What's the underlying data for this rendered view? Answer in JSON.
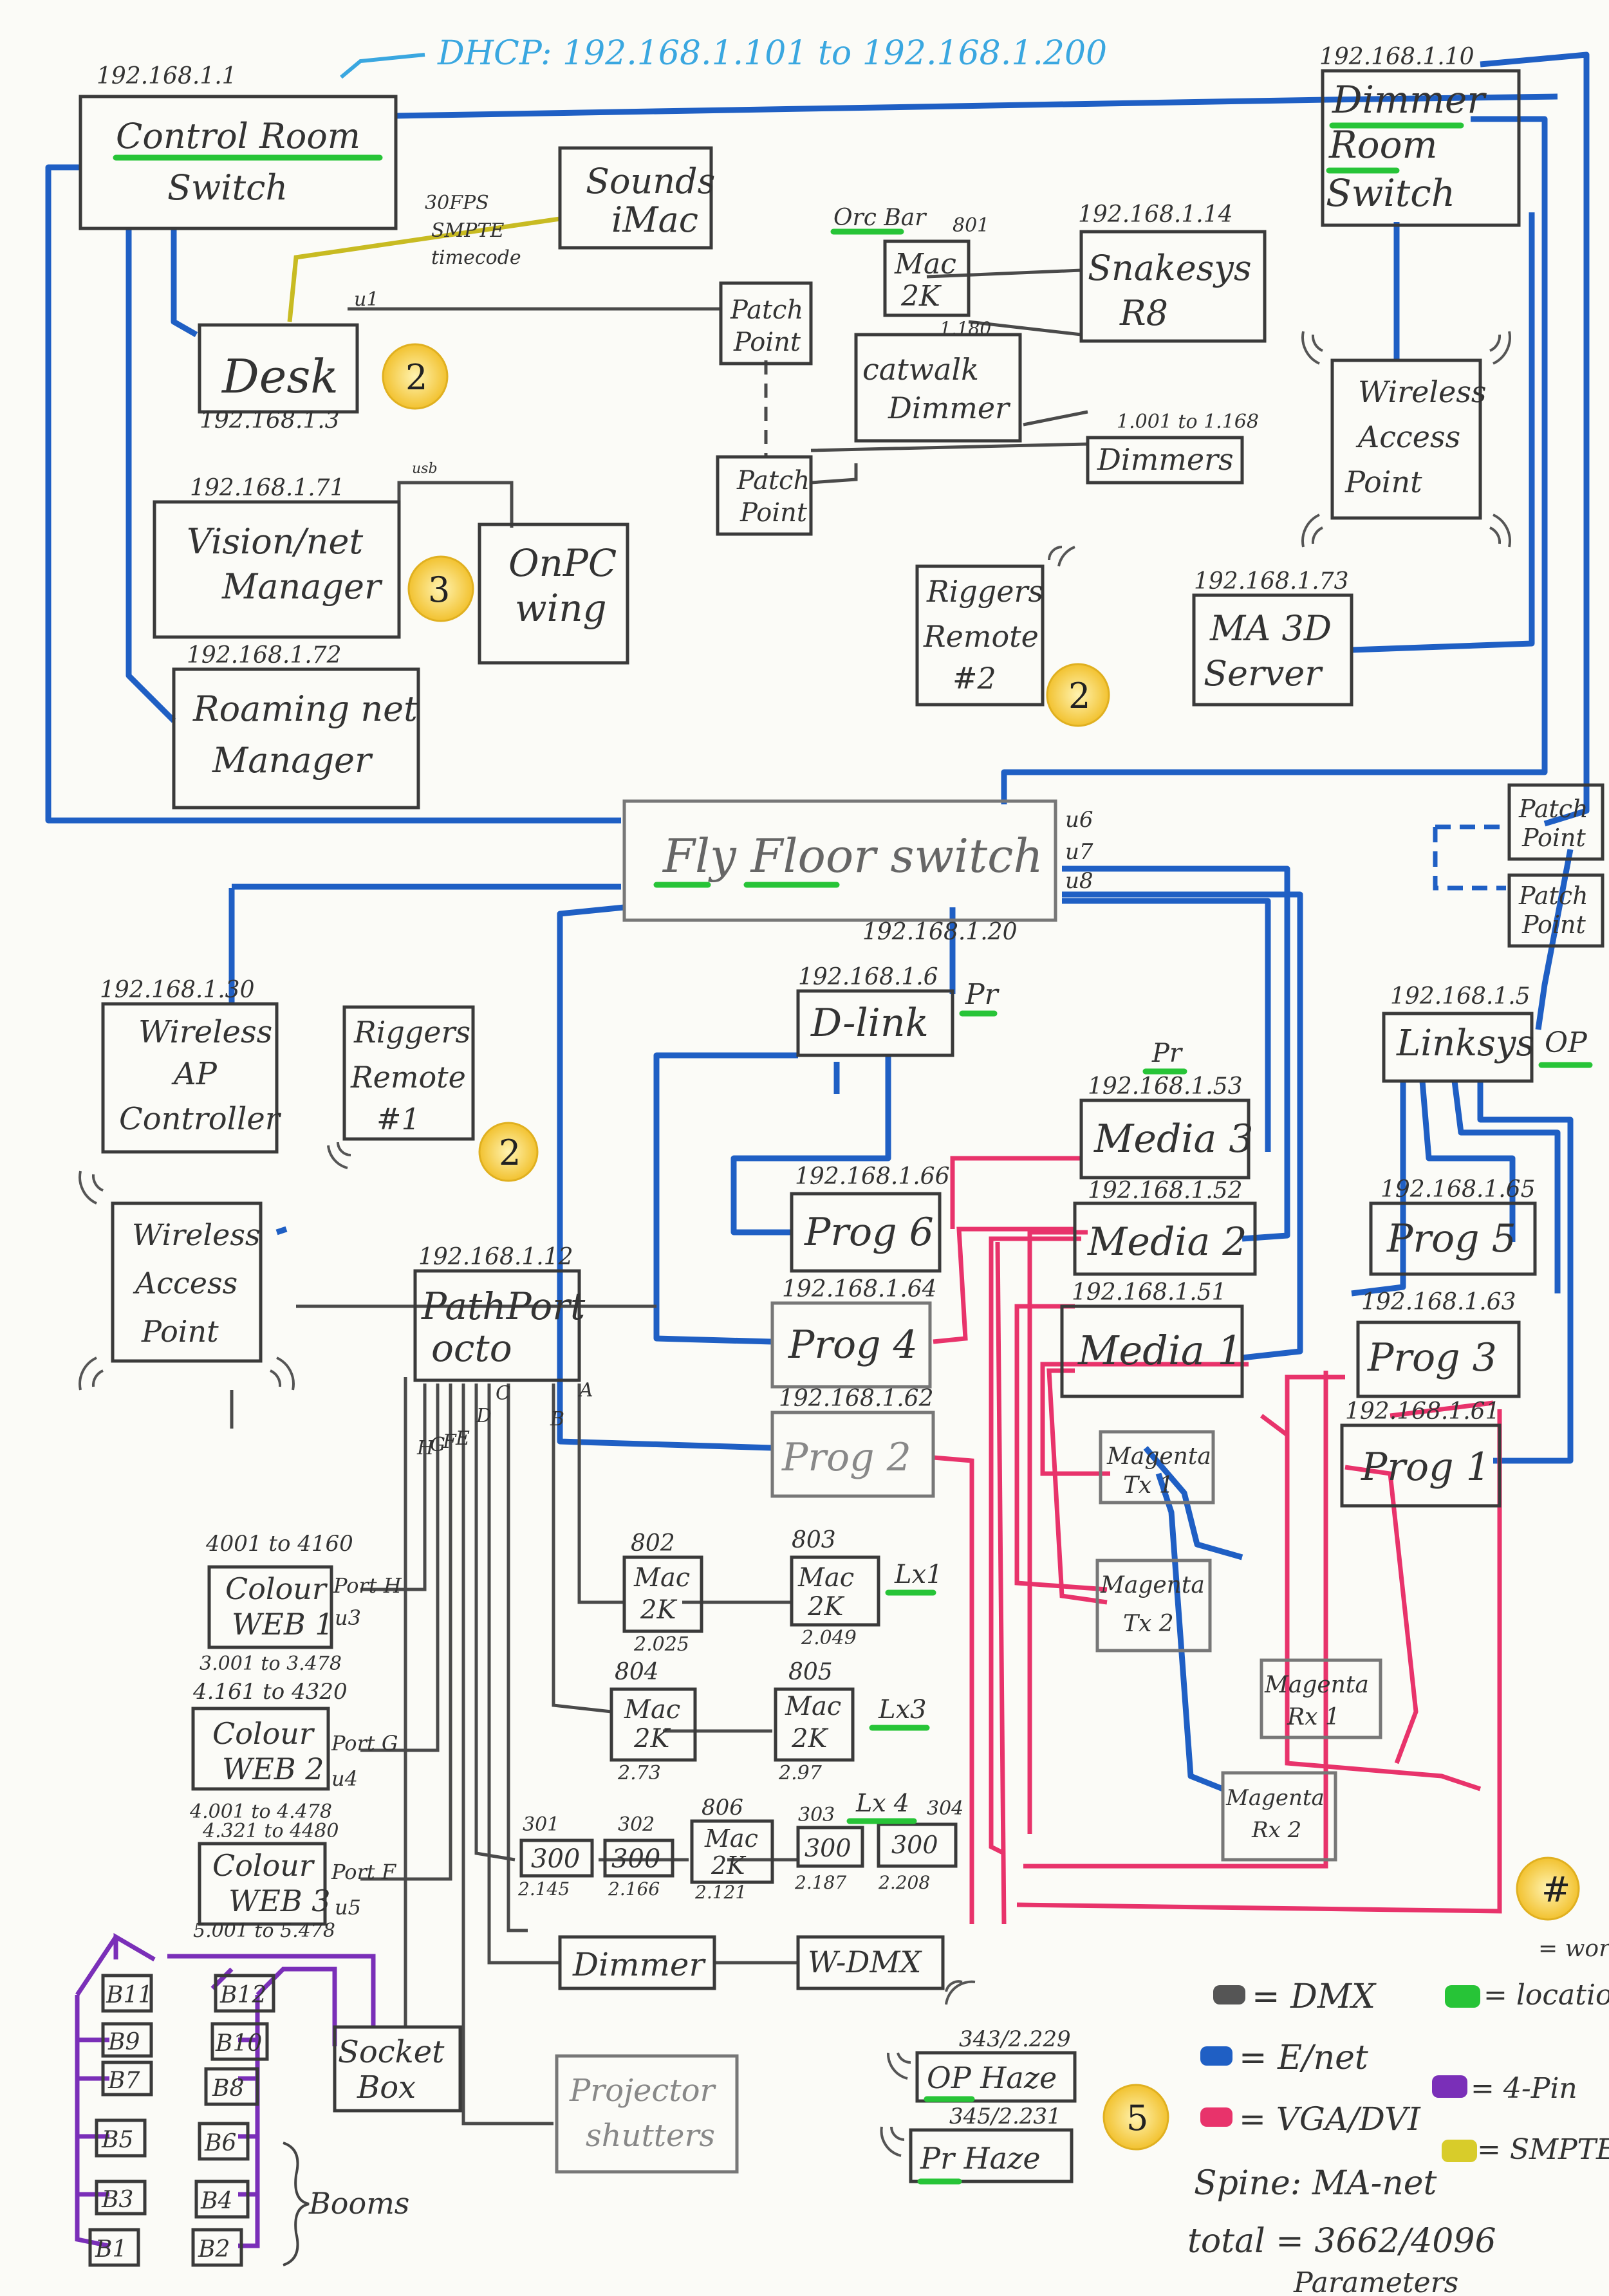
{
  "header": {
    "dhcp": "DHCP: 192.168.1.101 to 192.168.1.200"
  },
  "nodes": {
    "control_room_switch": {
      "label1": "Control Room",
      "label2": "Switch",
      "ip": "192.168.1.1"
    },
    "sounds_imac": {
      "label1": "Sounds",
      "label2": "iMac"
    },
    "smpte_note": {
      "line1": "30FPS",
      "line2": "SMPTE",
      "line3": "timecode"
    },
    "desk": {
      "label": "Desk",
      "ip": "192.168.1.3",
      "port": "u1"
    },
    "patch_point_top1": {
      "label1": "Patch",
      "label2": "Point"
    },
    "patch_point_top2": {
      "label1": "Patch",
      "label2": "Point"
    },
    "mac2k_orc": {
      "label1": "Mac",
      "label2": "2K",
      "tag": "Orc Bar",
      "num": "801",
      "num2": "1.180"
    },
    "snakesys_r8": {
      "label1": "Snakesys",
      "label2": "R8",
      "ip": "192.168.1.14"
    },
    "catwalk_dimmer": {
      "label1": "catwalk",
      "label2": "Dimmer"
    },
    "dimmers": {
      "label": "Dimmers",
      "range": "1.001 to 1.168"
    },
    "dimmer_room_switch": {
      "label1": "Dimmer",
      "label2": "Room",
      "label3": "Switch",
      "ip": "192.168.1.10"
    },
    "wap_top": {
      "label1": "Wireless",
      "label2": "Access",
      "label3": "Point"
    },
    "visionnet_manager": {
      "label1": "Vision/net",
      "label2": "Manager",
      "ip": "192.168.1.71",
      "usb": "usb"
    },
    "onpc_wing": {
      "label1": "OnPC",
      "label2": "wing"
    },
    "roaming_manager": {
      "label1": "Roaming net",
      "label2": "Manager",
      "ip": "192.168.1.72"
    },
    "riggers_remote_2": {
      "label1": "Riggers",
      "label2": "Remote",
      "label3": "#2"
    },
    "ma3d_server": {
      "label1": "MA 3D",
      "label2": "Server",
      "ip": "192.168.1.73"
    },
    "fly_floor_switch": {
      "label": "Fly Floor switch",
      "ip": "192.168.1.20",
      "u6": "u6",
      "u7": "u7",
      "u8": "u8"
    },
    "patch_point_right1": {
      "label1": "Patch",
      "label2": "Point"
    },
    "patch_point_right2": {
      "label1": "Patch",
      "label2": "Point"
    },
    "wireless_ap_controller": {
      "label1": "Wireless",
      "label2": "AP",
      "label3": "Controller",
      "ip": "192.168.1.30"
    },
    "riggers_remote_1": {
      "label1": "Riggers",
      "label2": "Remote",
      "label3": "#1"
    },
    "wap_left": {
      "label1": "Wireless",
      "label2": "Access",
      "label3": "Point"
    },
    "dlink": {
      "label": "D-link",
      "ip": "192.168.1.6",
      "tag": "Pr"
    },
    "linksys": {
      "label": "Linksys",
      "ip": "192.168.1.5",
      "tag": "OP"
    },
    "media3": {
      "label": "Media 3",
      "ip": "192.168.1.53",
      "tag": "Pr"
    },
    "media2": {
      "label": "Media 2",
      "ip": "192.168.1.52"
    },
    "media1": {
      "label": "Media 1",
      "ip": "192.168.1.51"
    },
    "prog6": {
      "label": "Prog 6",
      "ip": "192.168.1.66"
    },
    "prog4": {
      "label": "Prog 4",
      "ip": "192.168.1.64"
    },
    "prog2": {
      "label": "Prog 2",
      "ip": "192.168.1.62"
    },
    "prog5": {
      "label": "Prog 5",
      "ip": "192.168.1.65"
    },
    "prog3": {
      "label": "Prog 3",
      "ip": "192.168.1.63"
    },
    "prog1": {
      "label": "Prog 1",
      "ip": "192.168.1.61"
    },
    "pathport": {
      "label1": "PathPort",
      "label2": "octo",
      "ip": "192.168.1.12",
      "ports": [
        "H",
        "G",
        "F",
        "E",
        "D",
        "C",
        "B",
        "A"
      ]
    },
    "magenta_tx1": {
      "label1": "Magenta",
      "label2": "Tx 1"
    },
    "magenta_tx2": {
      "label1": "Magenta",
      "label2": "Tx 2"
    },
    "magenta_rx1": {
      "label1": "Magenta",
      "label2": "Rx 1"
    },
    "magenta_rx2": {
      "label1": "Magenta",
      "label2": "Rx 2"
    },
    "colour_web1": {
      "label1": "Colour",
      "label2": "WEB 1",
      "range_top": "4001 to 4160",
      "port": "Port H",
      "u": "u3",
      "range_bottom": "3.001 to 3.478"
    },
    "colour_web2": {
      "label1": "Colour",
      "label2": "WEB 2",
      "range_top": "4.161 to 4320",
      "port": "Port G",
      "u": "u4"
    },
    "colour_web3": {
      "label1": "Colour",
      "label2": "WEB 3",
      "range_top1": "4.001 to 4.478",
      "range_top2": "4.321 to 4480",
      "port": "Port F",
      "u": "u5",
      "range_bottom": "5.001 to 5.478"
    },
    "mac802": {
      "label1": "Mac",
      "label2": "2K",
      "top": "802",
      "bottom": "2.025"
    },
    "mac803": {
      "label1": "Mac",
      "label2": "2K",
      "top": "803",
      "bottom": "2.049",
      "tag": "Lx1"
    },
    "mac804": {
      "label1": "Mac",
      "label2": "2K",
      "top": "804",
      "bottom": "2.73"
    },
    "mac805": {
      "label1": "Mac",
      "label2": "2K",
      "top": "805",
      "bottom": "2.97",
      "tag": "Lx3"
    },
    "fix301": {
      "label": "300",
      "top": "301",
      "bottom": "2.145"
    },
    "fix302": {
      "label": "300",
      "top": "302",
      "bottom": "2.166"
    },
    "mac806": {
      "label1": "Mac",
      "label2": "2K",
      "top": "806",
      "bottom": "2.121"
    },
    "fix303": {
      "label": "300",
      "top": "303",
      "bottom": "2.187"
    },
    "fix304": {
      "label": "300",
      "top": "304",
      "bottom": "2.208",
      "tag": "Lx 4"
    },
    "dimmer_bottom": {
      "label": "Dimmer"
    },
    "wdmx": {
      "label": "W-DMX"
    },
    "socket_box": {
      "label1": "Socket",
      "label2": "Box"
    },
    "projector_shutters": {
      "label1": "Projector",
      "label2": "shutters"
    },
    "booms": {
      "left": [
        "B11",
        "B9",
        "B7",
        "B5",
        "B3",
        "B1"
      ],
      "right": [
        "B12",
        "B10",
        "B8",
        "B6",
        "B4",
        "B2"
      ],
      "label": "Booms"
    },
    "op_haze": {
      "label": "OP Haze",
      "num": "343/2.229"
    },
    "pr_haze": {
      "label": "Pr Haze",
      "num": "345/2.231"
    },
    "globes": {
      "g2a": "2",
      "g3": "3",
      "g2b": "2",
      "g2c": "2",
      "g5": "5",
      "ghash": "#"
    }
  },
  "legend": {
    "dmx": "= DMX",
    "enet": "= E/net",
    "vga": "= VGA/DVI",
    "location": "= location info",
    "pin4": "= 4-Pin",
    "smpte": "= SMPTE Cable",
    "spine": "Spine: MA-net",
    "total": "total = 3662/4096",
    "params": "Parameters",
    "works": "= works"
  },
  "colors": {
    "ethernet": "#1f5fc4",
    "dmx": "#4a4a4a",
    "vga": "#e8336b",
    "location": "#27c437",
    "pin4": "#7a2fb8",
    "smpte": "#c8bb22",
    "dhcp": "#3aa7e0"
  }
}
